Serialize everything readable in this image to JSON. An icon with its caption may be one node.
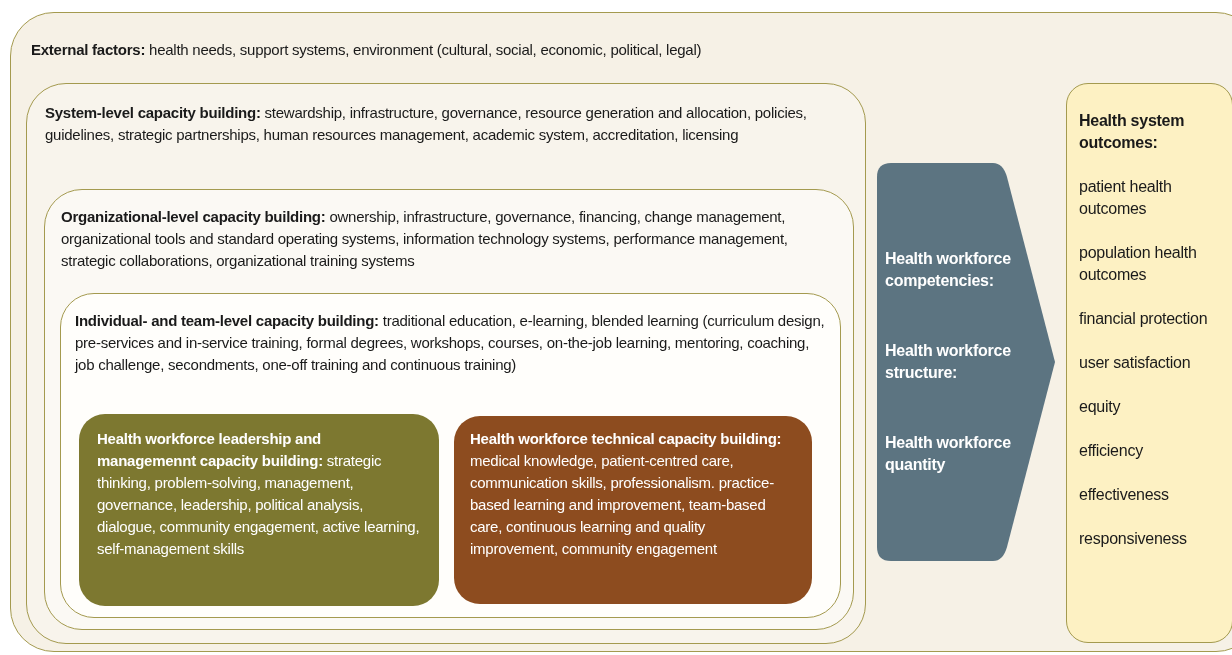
{
  "diagram": {
    "nodes": [
      {
        "text": [
          "**External factors:** health needs, support systems, environment (cultural, social, economic, political, legal)"
        ]
      },
      {
        "text": [
          "**System-level capacity building:** stewardship, infrastructure, governance, resource generation and allocation, policies, guidelines, strategic partnerships, human resources management, academic system, accreditation, licensing"
        ],
        "in": 0
      },
      {
        "text": [
          "**Organizational-level capacity building:** ownership, infrastructure, governance, financing, change management, organizational tools and standard operating systems, information technology systems, performance management, strategic collaborations, organizational training systems"
        ],
        "in": 1
      },
      {
        "text": [
          "**Individual- and team-level capacity building:** traditional education, e-learning, blended learning (curriculum design, pre-services and in-service training, formal degrees, workshops, courses, on-the-job learning, mentoring, coaching, job challenge, secondments, one-off training and continuous training)"
        ],
        "in": 2
      },
      {
        "text": [
          "**Health workforce leadership and managemennt capacity building:** strategic thinking, problem-solving, management, governance, leadership, political analysis, dialogue, community engagement, active learning, self-management skills"
        ],
        "in": 3
      },
      {
        "text": [
          "**Health workforce technical capacity building:** medical knowledge, patient-centred care, communication skills, professionalism. practice-based learning and improvement, team-based care, continuous learning and quality improvement, community engagement"
        ],
        "in": 3
      },
      {
        "text": [
          "Health workforce competencies:",
          "Health workforce structure:",
          "Health workforce quantity"
        ],
        "in": 0
      },
      {
        "text": [
          "Health system outcomes:",
          "patient health outcomes",
          "population health outcomes",
          "financial protection",
          "user satisfaction",
          "equity",
          "efficiency",
          "effectiveness",
          "responsiveness"
        ],
        "in": 0
      }
    ]
  }
}
